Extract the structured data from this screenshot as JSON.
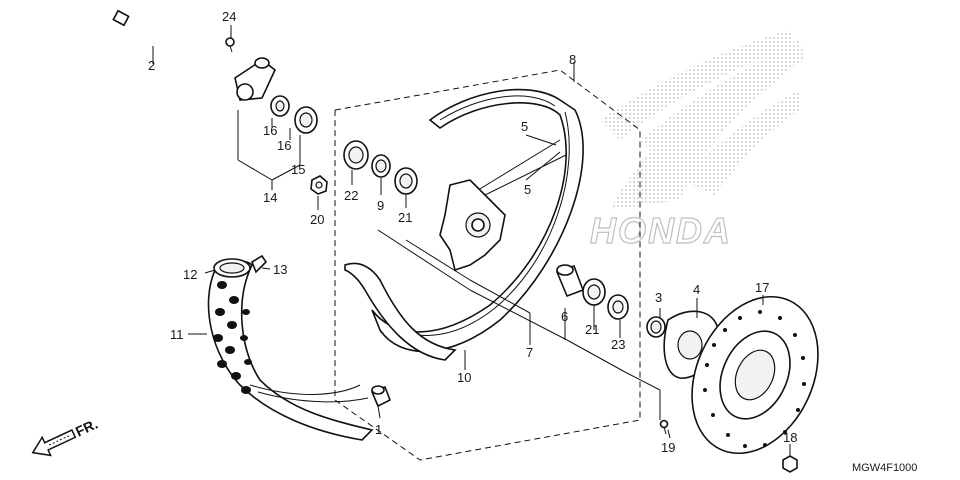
{
  "diagram": {
    "part_labels": [
      "1",
      "2",
      "3",
      "4",
      "5",
      "5",
      "6",
      "7",
      "8",
      "9",
      "10",
      "11",
      "12",
      "13",
      "14",
      "15",
      "16",
      "16",
      "17",
      "18",
      "19",
      "20",
      "21",
      "21",
      "22",
      "23",
      "24"
    ],
    "direction_label": "FR.",
    "figure_code": "MGW4F1000",
    "watermark_text": "HONDA",
    "colors": {
      "ink": "#111111",
      "watermark": "#c8c8c8",
      "background": "#ffffff"
    }
  }
}
